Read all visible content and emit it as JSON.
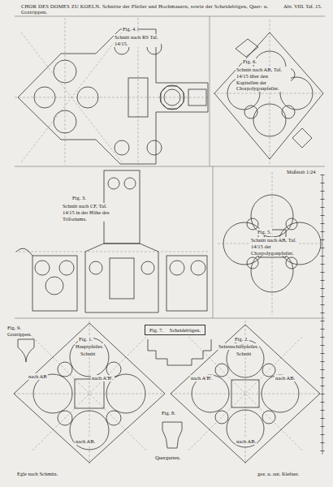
{
  "diagram": {
    "title": "CHOR DES DOMES ZU KOELN. Schnitte der Pfeiler und Hochmauern, sowie der Scheidebögen, Quer- u. Gratrippen.",
    "nodes": [
      {
        "text": [
          "Fig. 7.",
          "Scheidebögen."
        ]
      }
    ],
    "labels": [
      "Abt. VIII. Taf. 15.",
      "Fig. 4.",
      "Schnitt nach RS Taf. 14/15.",
      "Fig. 6.",
      "Schnitt nach AB, Taf. 14/15 über den Kapitellen der Chorpolygonpfeiler.",
      "Fig. 3.",
      "Schnitt nach CF, Taf. 14/15 in der Höhe des Triforiums.",
      "Maßstab 1:24",
      "Fig. 5.",
      "Schnitt nach AB, Taf. 14/15 der Chorpolygonpfeiler.",
      "Fig. 9.",
      "Gratrippen.",
      "Fig. 1.",
      "Hauptpfeiler.",
      "Schnitt",
      "nach AB",
      "nach A'B'.",
      "nach AB.",
      "Fig. 2.",
      "Seitenschiffpfeiler.",
      "Schnitt",
      "nach A'B'.",
      "nach AB.",
      "nach AB.",
      "Fig. 8.",
      "Quergurten.",
      "Egle nach Schmitz.",
      "gez. u. aut. Kiefner."
    ]
  }
}
